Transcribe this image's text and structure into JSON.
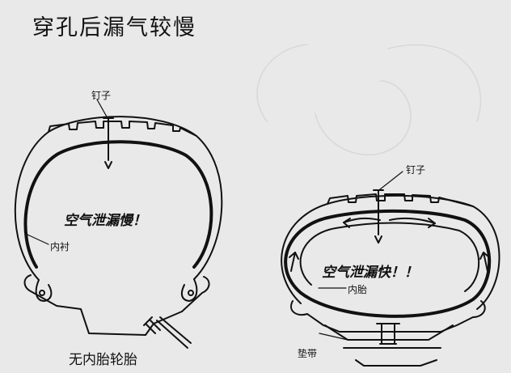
{
  "title": "穿孔后漏气较慢",
  "left_diagram": {
    "nail_label": "钉子",
    "slow_leak_text": "空气泄漏慢！",
    "liner_label": "内衬",
    "caption": "无内胎轮胎"
  },
  "right_diagram": {
    "nail_label": "钉子",
    "fast_leak_text": "空气泄漏快！！",
    "tube_label": "内胎",
    "pad_label": "垫带"
  },
  "colors": {
    "background": "#e9e9e9",
    "ink": "#111111"
  }
}
